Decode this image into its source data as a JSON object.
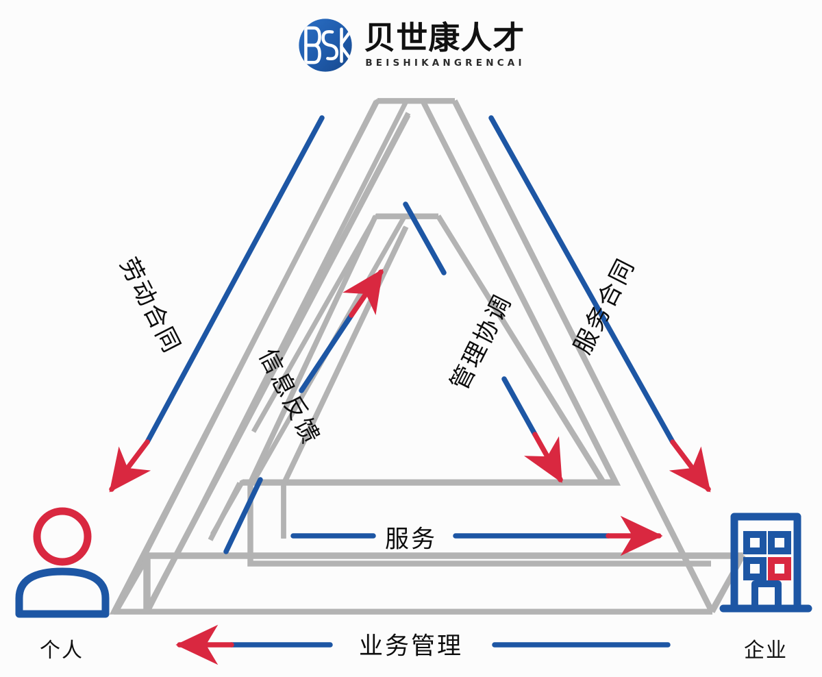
{
  "brand": {
    "logo_icon": "bsk-circle-logo",
    "name_cn": "贝世康人才",
    "name_en": "BEISHIKANGRENCAI",
    "logo_color": "#1f5bab"
  },
  "colors": {
    "blue": "#1d56a4",
    "red": "#d92840",
    "beam_gray": "#b3b3b3",
    "text": "#111111",
    "background": "#fcfcfc"
  },
  "nodes": [
    {
      "id": "person",
      "label": "个人",
      "icon": "person-icon",
      "position": "left"
    },
    {
      "id": "company",
      "label": "企业",
      "icon": "building-icon",
      "position": "right"
    }
  ],
  "diagram": {
    "type": "penrose-impossible-triangle",
    "shape": "double nested impossible triangle",
    "edges": [
      {
        "id": "labor-contract",
        "label": "劳动合同",
        "ring": "outer",
        "side": "left",
        "direction": "down-left",
        "arrow": "red"
      },
      {
        "id": "service-contract",
        "label": "服务合同",
        "ring": "outer",
        "side": "right",
        "direction": "down-right",
        "arrow": "red"
      },
      {
        "id": "business-mgmt",
        "label": "业务管理",
        "ring": "outer",
        "side": "bottom",
        "direction": "left",
        "arrow": "red"
      },
      {
        "id": "info-feedback",
        "label": "信息反馈",
        "ring": "inner",
        "side": "left",
        "direction": "up-right",
        "arrow": "red"
      },
      {
        "id": "mgmt-coordination",
        "label": "管理协调",
        "ring": "inner",
        "side": "right",
        "direction": "down-right",
        "arrow": "red"
      },
      {
        "id": "service",
        "label": "服务",
        "ring": "inner",
        "side": "bottom",
        "direction": "right",
        "arrow": "red"
      }
    ]
  }
}
